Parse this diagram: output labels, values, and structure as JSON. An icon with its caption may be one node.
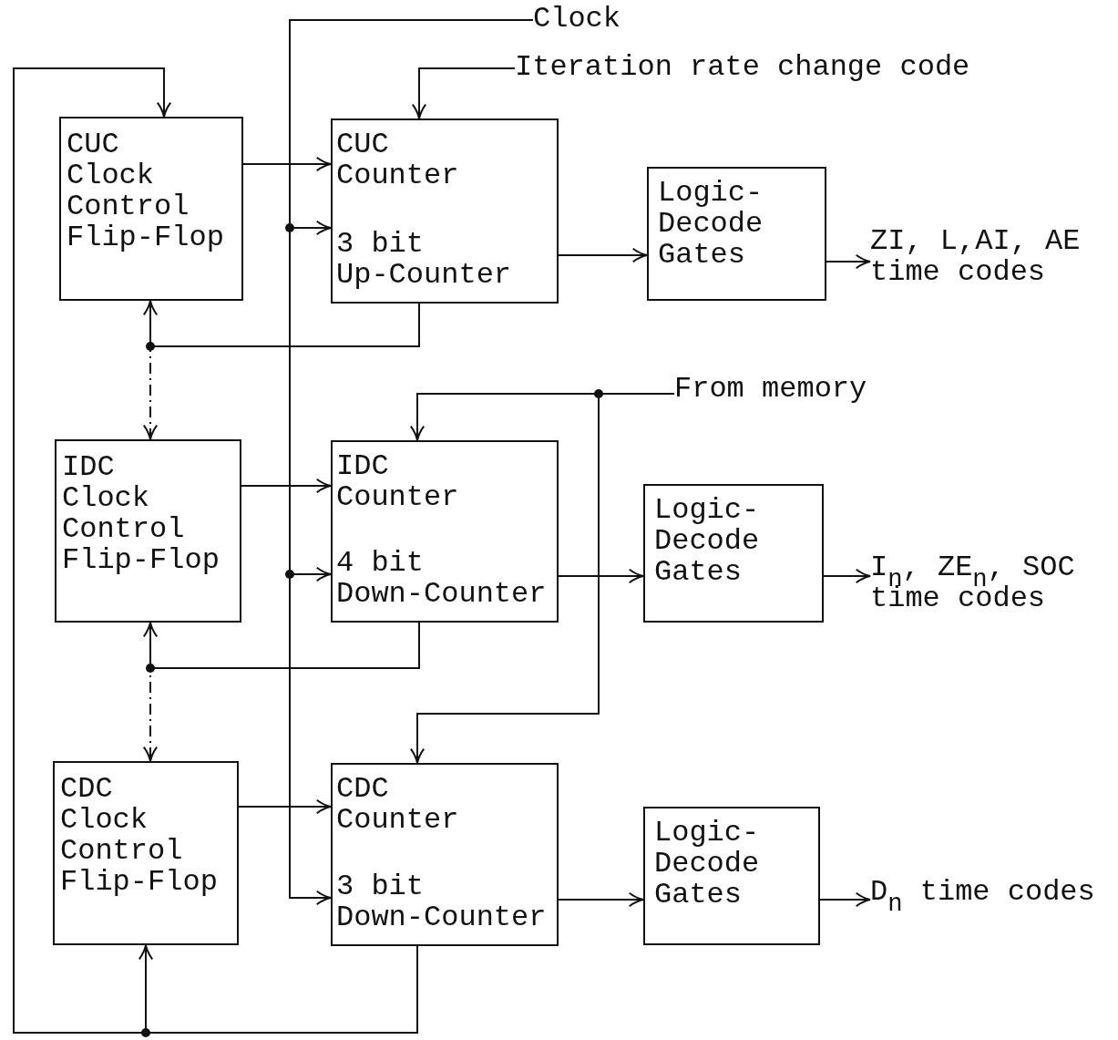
{
  "diagram": {
    "nodes": [
      {
        "text": [
          "CUC Clock Control Flip-Flop"
        ]
      },
      {
        "text": [
          "CUC Counter",
          "3 bit Up-Counter"
        ]
      },
      {
        "text": [
          "Logic- Decode Gates"
        ]
      },
      {
        "text": [
          "ZI, L,AI, AE time codes"
        ]
      },
      {
        "text": [
          "IDC Clock Control Flip-Flop"
        ]
      },
      {
        "text": [
          "IDC Counter",
          "4 bit Down-Counter"
        ]
      },
      {
        "text": [
          "Logic- Decode Gates"
        ]
      },
      {
        "text": [
          "I$_{n}$, ZE$_{n}$, SOC time codes"
        ]
      },
      {
        "text": [
          "CDC Clock Control Flip-Flop"
        ]
      },
      {
        "text": [
          "CDC Counter",
          "3 bit Down-Counter"
        ]
      },
      {
        "text": [
          "Logic- Decode Gates"
        ]
      },
      {
        "text": [
          "D$_{n}$ time codes"
        ]
      },
      {
        "text": [
          "Clock"
        ]
      },
      {
        "text": [
          "Iteration rate change code"
        ]
      },
      {
        "text": [
          "From memory"
        ]
      }
    ],
    "edges": [
      {
        "from": 12,
        "to": 1,
        "arrow": "to"
      },
      {
        "from": 12,
        "to": 5,
        "arrow": "to"
      },
      {
        "from": 12,
        "to": 9,
        "arrow": "to"
      },
      {
        "from": 13,
        "to": 1,
        "arrow": "to"
      },
      {
        "from": 14,
        "to": 5,
        "arrow": "to"
      },
      {
        "from": 14,
        "to": 9,
        "arrow": "to"
      },
      {
        "from": 0,
        "to": 1,
        "arrow": "to"
      },
      {
        "from": 4,
        "to": 5,
        "arrow": "to"
      },
      {
        "from": 8,
        "to": 9,
        "arrow": "to"
      },
      {
        "from": 1,
        "to": 2,
        "arrow": "to"
      },
      {
        "from": 5,
        "to": 6,
        "arrow": "to"
      },
      {
        "from": 9,
        "to": 10,
        "arrow": "to"
      },
      {
        "from": 2,
        "to": 3,
        "arrow": "to"
      },
      {
        "from": 6,
        "to": 7,
        "arrow": "to"
      },
      {
        "from": 10,
        "to": 11,
        "arrow": "to"
      },
      {
        "from": 1,
        "to": 0,
        "arrow": "to"
      },
      {
        "from": 1,
        "to": 4,
        "arrow": "to",
        "style": "dashed"
      },
      {
        "from": 5,
        "to": 4,
        "arrow": "to"
      },
      {
        "from": 5,
        "to": 8,
        "arrow": "to",
        "style": "dashed"
      },
      {
        "from": 9,
        "to": 8,
        "arrow": "to"
      },
      {
        "from": 9,
        "to": 0,
        "arrow": "to"
      }
    ]
  }
}
